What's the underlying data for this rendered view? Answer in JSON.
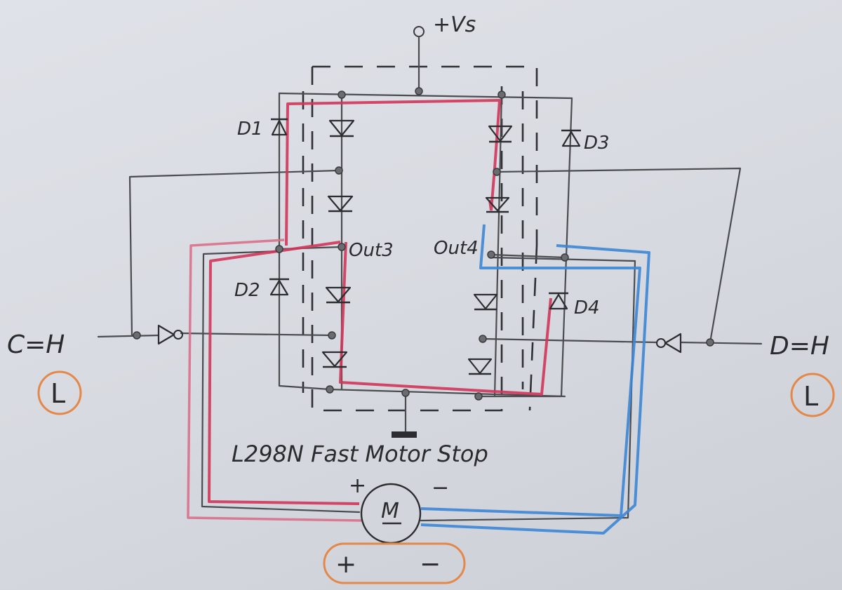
{
  "labels": {
    "vs": "+Vs",
    "d1": "D1",
    "d2": "D2",
    "d3": "D3",
    "d4": "D4",
    "out3": "Out3",
    "out4": "Out4",
    "input_c": "C=H",
    "input_d": "D=H",
    "c_alt": "L",
    "d_alt": "L",
    "title": "L298N Fast Motor Stop",
    "motor": "M",
    "motor_plus": "+",
    "motor_minus": "−",
    "alt_plus": "+",
    "alt_minus": "−"
  },
  "colors": {
    "red_path": "#d0365a",
    "blue_path": "#3d86d4",
    "orange_annotation": "#e4884a",
    "pencil": "#4a4c50"
  }
}
